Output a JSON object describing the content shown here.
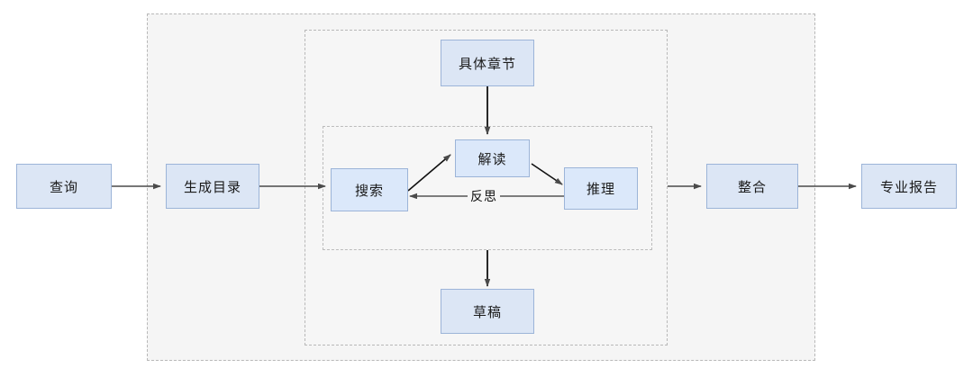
{
  "diagram": {
    "title": "",
    "nodes": {
      "query": "查询",
      "gen_toc": "生成目录",
      "chapter": "具体章节",
      "search": "搜索",
      "interpret": "解读",
      "reason": "推理",
      "draft": "草稿",
      "integrate": "整合",
      "report": "专业报告"
    },
    "edge_labels": {
      "reflect": "反思"
    },
    "colors": {
      "node_fill": "#dce6f5",
      "node_border": "#9cb4d8",
      "container_fill": "#f5f5f5",
      "container_border": "#b8b8b8",
      "edge_stroke": "#4a4a4a",
      "page_background": "#ffffff"
    },
    "edges": [
      {
        "from": "query",
        "to": "gen_toc",
        "label": ""
      },
      {
        "from": "gen_toc",
        "to": "search",
        "label": ""
      },
      {
        "from": "chapter",
        "to": "interpret",
        "label": ""
      },
      {
        "from": "search",
        "to": "interpret",
        "label": ""
      },
      {
        "from": "interpret",
        "to": "reason",
        "label": ""
      },
      {
        "from": "reason",
        "to": "search",
        "label": "反思"
      },
      {
        "from": "interpret",
        "to": "draft",
        "label": ""
      },
      {
        "from": "reason",
        "to": "integrate",
        "label": ""
      },
      {
        "from": "integrate",
        "to": "report",
        "label": ""
      }
    ]
  }
}
